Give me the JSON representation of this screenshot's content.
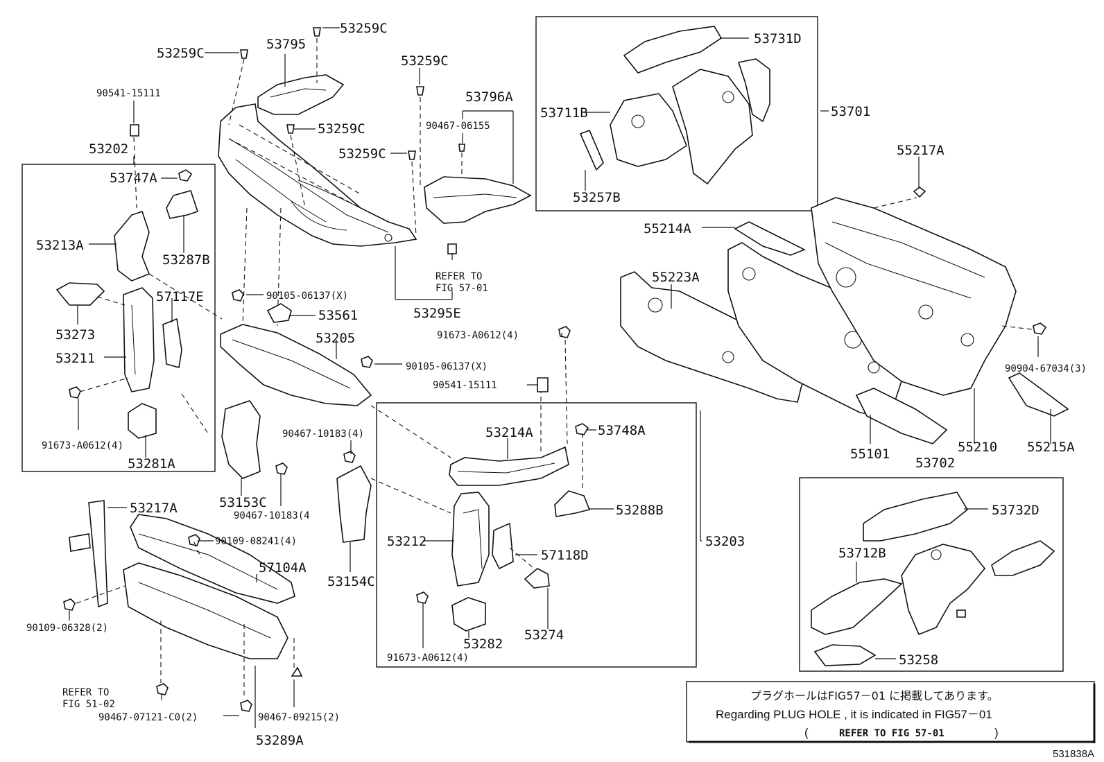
{
  "labels": {
    "p53259C_a": "53259C",
    "p53795": "53795",
    "p53259C_b": "53259C",
    "p53259C_c": "53259C",
    "p53796A": "53796A",
    "p90467_06155": "90467-06155",
    "p53259C_d": "53259C",
    "p53259C_e": "53259C",
    "p90541_a": "90541-15111",
    "p53202": "53202",
    "p53747A": "53747A",
    "p53213A": "53213A",
    "p53287B": "53287B",
    "p57117E": "57117E",
    "p53273": "53273",
    "p53211": "53211",
    "p91673_a": "91673-A0612(4)",
    "p53281A": "53281A",
    "p90105_a": "90105-06137(X)",
    "p53561": "53561",
    "p53205": "53205",
    "p53295E": "53295E",
    "p91673_b": "91673-A0612(4)",
    "p90105_b": "90105-06137(X)",
    "p90541_b": "90541-15111",
    "p90467_10183_a": "90467-10183(4)",
    "p53153C": "53153C",
    "p90467_10183_b": "90467-10183(4",
    "p53154C": "53154C",
    "p53214A": "53214A",
    "p53748A": "53748A",
    "p53288B": "53288B",
    "p53212": "53212",
    "p57118D": "57118D",
    "p53203": "53203",
    "p91673_c": "91673-A0612(4)",
    "p53282": "53282",
    "p53274": "53274",
    "p53217A": "53217A",
    "p90109_08241": "90109-08241(4)",
    "p57104A": "57104A",
    "p90109_06328": "90109-06328(2)",
    "p90467_07121": "90467-07121-C0(2)",
    "p90467_09215": "90467-09215(2)",
    "p53289A": "53289A",
    "p53731D": "53731D",
    "p53711B": "53711B",
    "p53701": "53701",
    "p53257B": "53257B",
    "p55217A": "55217A",
    "p55214A": "55214A",
    "p55223A": "55223A",
    "p90904": "90904-67034(3)",
    "p55101": "55101",
    "p55210": "55210",
    "p55215A": "55215A",
    "p53702": "53702",
    "p53732D": "53732D",
    "p53712B": "53712B",
    "p53258": "53258"
  },
  "refs": {
    "r1_line1": "REFER TO",
    "r1_line2": "FIG 57-01",
    "r2_line1": "REFER TO",
    "r2_line2": "FIG 51-02"
  },
  "note": {
    "jp": "プラグホールはFIG57－01 に掲載してあります。",
    "en": "Regarding  PLUG  HOLE  , it  is  indicated  in  FIG57－01",
    "ref_open": "(",
    "ref": "REFER TO FIG 57-01",
    "ref_close": ")"
  },
  "figure_id": "531838A"
}
